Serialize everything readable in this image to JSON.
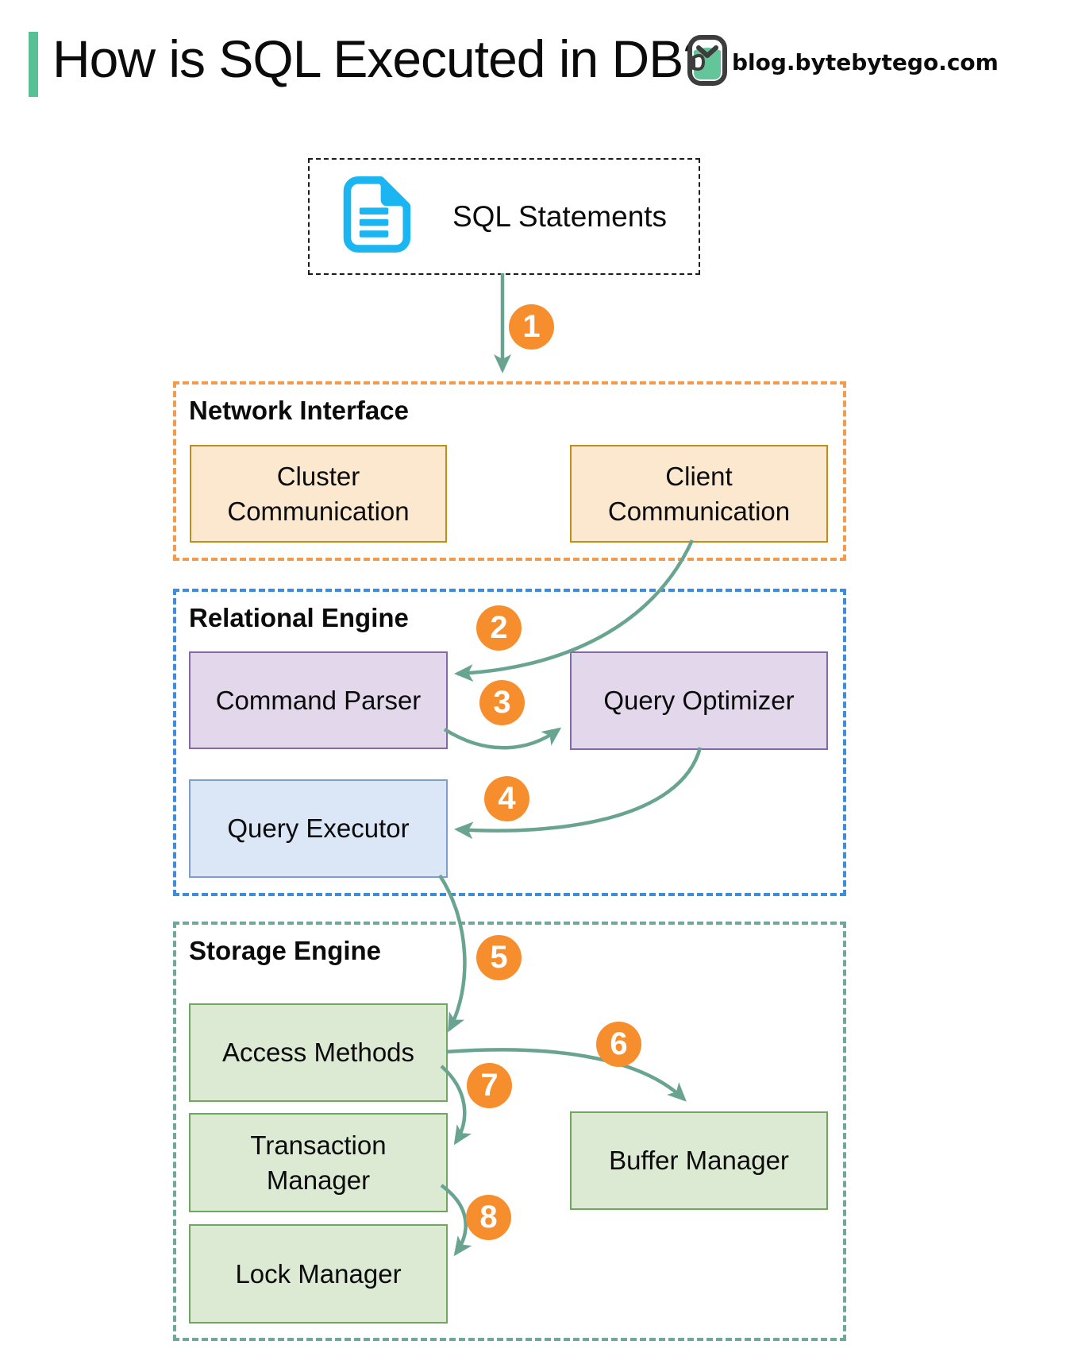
{
  "header": {
    "title": "How is SQL Executed in DB?",
    "site": "blog.bytebytego.com"
  },
  "sql_box": {
    "label": "SQL Statements"
  },
  "sections": {
    "network": {
      "label": "Network Interface"
    },
    "relational": {
      "label": "Relational Engine"
    },
    "storage": {
      "label": "Storage Engine"
    }
  },
  "nodes": {
    "cluster_communication": "Cluster\nCommunication",
    "client_communication": "Client\nCommunication",
    "command_parser": "Command Parser",
    "query_optimizer": "Query Optimizer",
    "query_executor": "Query Executor",
    "access_methods": "Access Methods",
    "transaction_manager": "Transaction\nManager",
    "buffer_manager": "Buffer Manager",
    "lock_manager": "Lock Manager"
  },
  "steps": [
    "1",
    "2",
    "3",
    "4",
    "5",
    "6",
    "7",
    "8"
  ],
  "colors": {
    "accent_green": "#57C094",
    "arrow_teal": "#69A491",
    "step_orange": "#F78E2E",
    "network_border": "#F29B4D",
    "relational_border": "#3E8DDD",
    "storage_border": "#6FA79B",
    "peach_fill": "#FCE7CF",
    "peach_border": "#C28E1B",
    "purple_fill": "#E2D7EB",
    "purple_border": "#8468A8",
    "blue_fill": "#DBE6F6",
    "blue_border": "#7F9DCB",
    "green_fill": "#DCEAD4",
    "green_border": "#72A55F",
    "doc_icon_cyan": "#1BB5F2"
  }
}
